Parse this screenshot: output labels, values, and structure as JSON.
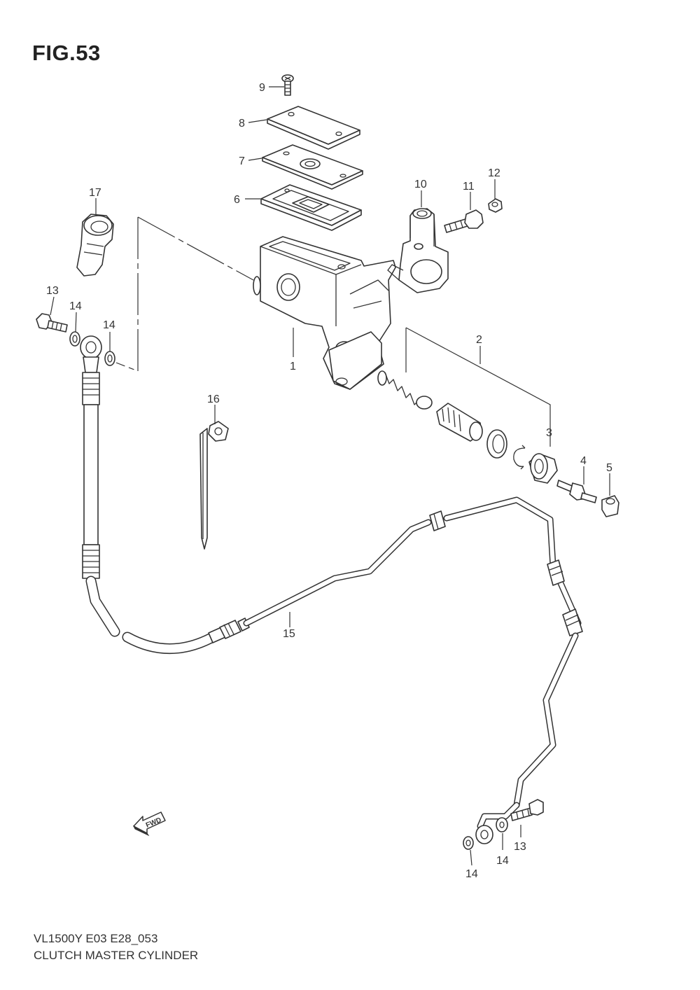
{
  "figure": {
    "title": "FIG.53",
    "model": "VL1500Y E03 E28_053",
    "name": "CLUTCH MASTER CYLINDER",
    "fwd_label": "FWD"
  },
  "callouts": {
    "c1": "1",
    "c2": "2",
    "c3": "3",
    "c4": "4",
    "c5": "5",
    "c6": "6",
    "c7": "7",
    "c8": "8",
    "c9": "9",
    "c10": "10",
    "c11": "11",
    "c12": "12",
    "c13a": "13",
    "c13b": "13",
    "c14a": "14",
    "c14b": "14",
    "c14c": "14",
    "c14d": "14",
    "c15": "15",
    "c16": "16",
    "c17": "17"
  }
}
